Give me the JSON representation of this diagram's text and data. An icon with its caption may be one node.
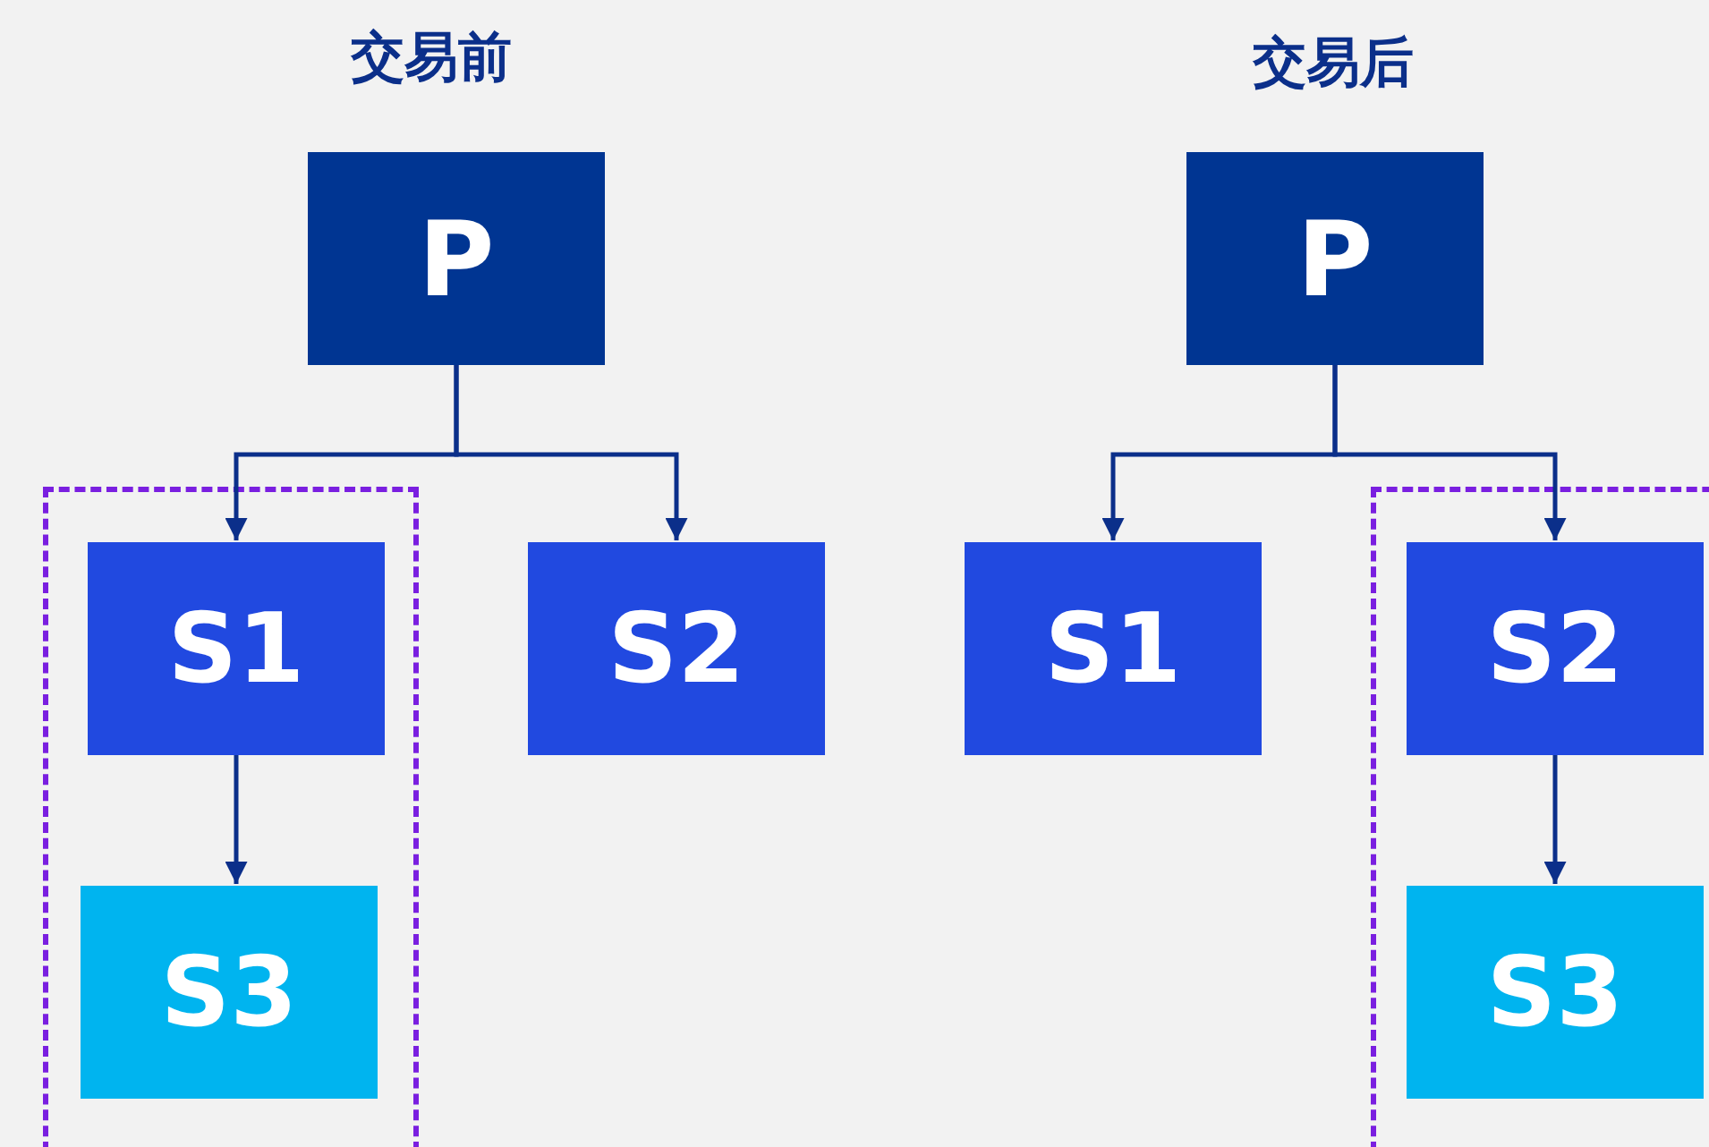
{
  "diagram": {
    "nodes": [
      {
        "text": [
          "P"
        ]
      },
      {
        "text": [],
        "shape": "box"
      },
      {
        "text": [
          "S1"
        ],
        "in": 1
      },
      {
        "text": [
          "S2"
        ]
      },
      {
        "text": [
          "S3"
        ],
        "in": 1
      },
      {
        "text": [
          "P"
        ]
      },
      {
        "text": [
          "S1"
        ]
      },
      {
        "text": [],
        "shape": "box"
      },
      {
        "text": [
          "S2"
        ],
        "in": 7
      },
      {
        "text": [
          "S3"
        ],
        "in": 7
      }
    ],
    "edges": [
      {
        "from": 0,
        "to": 2,
        "arrow": "to"
      },
      {
        "from": 0,
        "to": 3,
        "arrow": "to"
      },
      {
        "from": 2,
        "to": 4,
        "arrow": "to"
      },
      {
        "from": 5,
        "to": 6,
        "arrow": "to"
      },
      {
        "from": 5,
        "to": 8,
        "arrow": "to"
      },
      {
        "from": 8,
        "to": 9,
        "arrow": "to"
      }
    ],
    "labels": [
      "交易前",
      "交易后"
    ]
  }
}
